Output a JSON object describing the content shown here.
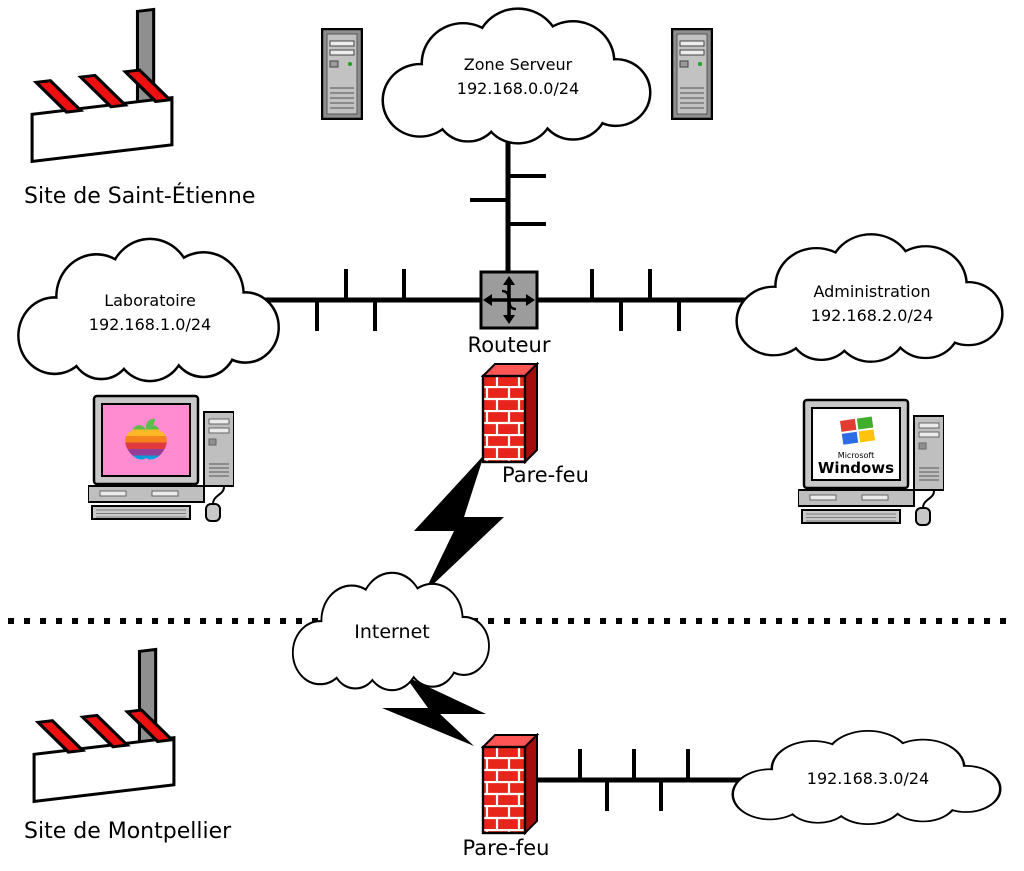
{
  "sites": {
    "saint_etienne": {
      "label": "Site de Saint-Étienne"
    },
    "montpellier": {
      "label": "Site de Montpellier"
    }
  },
  "clouds": {
    "zone_serveur": {
      "name": "Zone Serveur",
      "subnet": "192.168.0.0/24"
    },
    "laboratoire": {
      "name": "Laboratoire",
      "subnet": "192.168.1.0/24"
    },
    "administration": {
      "name": "Administration",
      "subnet": "192.168.2.0/24"
    },
    "internet": {
      "name": "Internet"
    },
    "site_montpellier_lan": {
      "subnet": "192.168.3.0/24"
    }
  },
  "devices": {
    "router": {
      "label": "Routeur"
    },
    "firewall_main": {
      "label": "Pare-feu"
    },
    "firewall_montpellier": {
      "label": "Pare-feu"
    },
    "windows_pc": {
      "brand": "Microsoft",
      "os": "Windows"
    }
  },
  "colors": {
    "factory_red": "#ee1010",
    "chimney_gray": "#8f8f8f",
    "router_gray": "#9c9c9c",
    "firewall_brick_red": "#e8251a",
    "firewall_top_red": "#ff5555",
    "firewall_side_red": "#a50d0d",
    "mac_screen_pink": "#ff8bd0",
    "apple_stripes": [
      "#5bbd4a",
      "#fdb827",
      "#f5821f",
      "#e03a3e",
      "#963d97",
      "#009ddc"
    ],
    "windows_panes": [
      "#e03c31",
      "#3fae2a",
      "#2e6ce6",
      "#ffc20e"
    ]
  }
}
